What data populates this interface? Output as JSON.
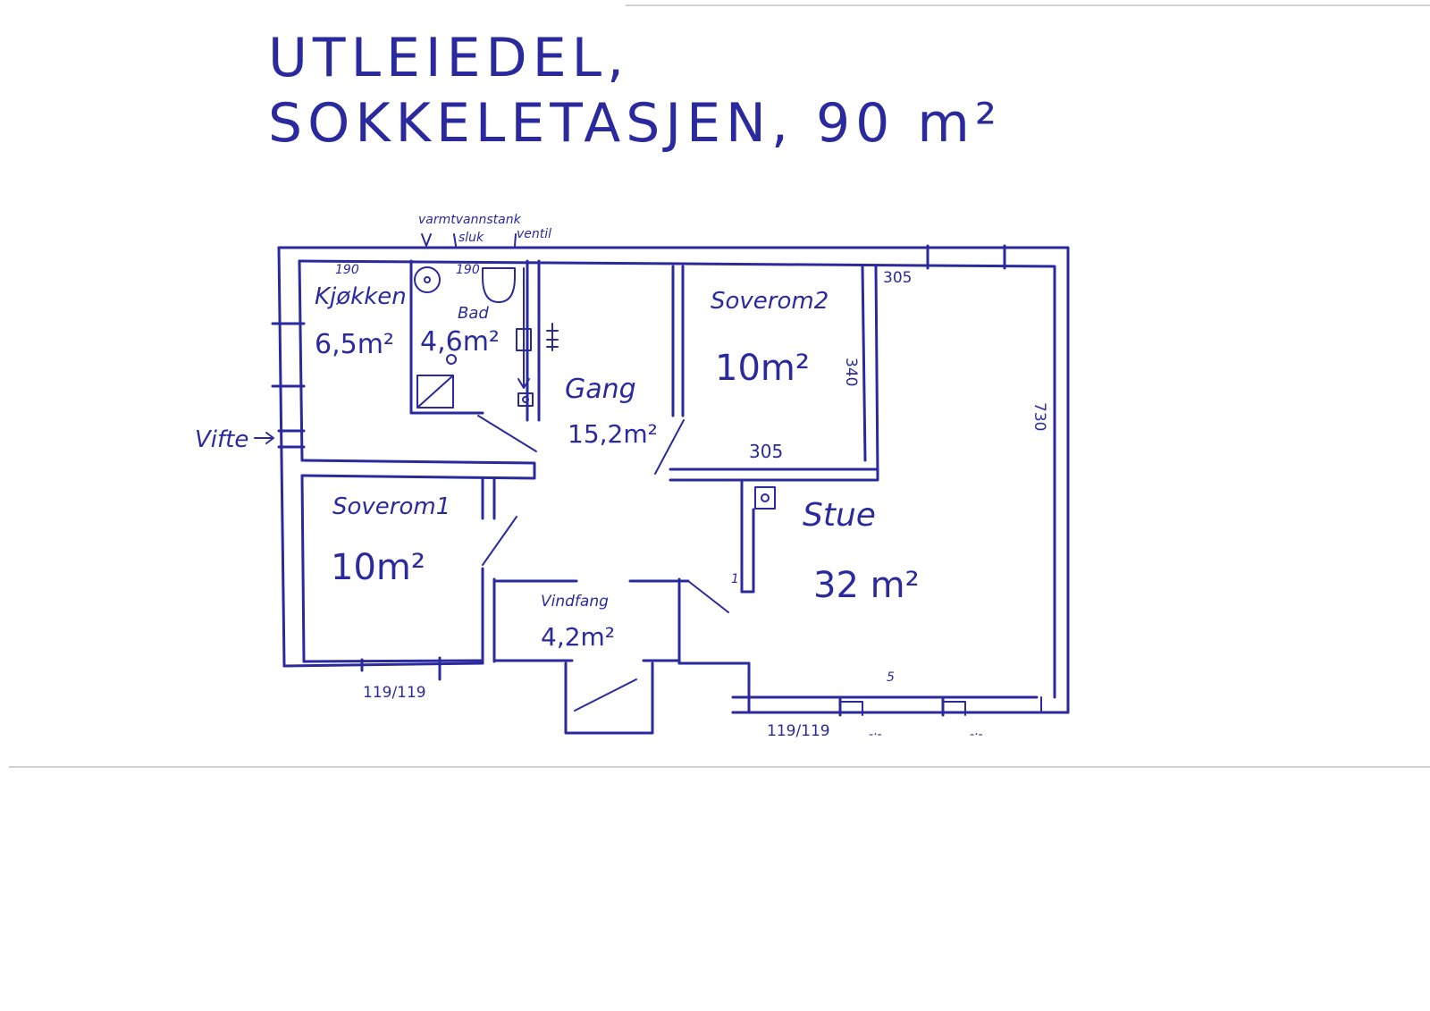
{
  "title": {
    "line1": "UTLEIEDEL,",
    "line2": "SOKKELETASJEN, 90 m²"
  },
  "labels": {
    "tank": "varmtvannstank",
    "sluk": "sluk",
    "ventil": "ventil",
    "vifte": "Vifte"
  },
  "rooms": {
    "kjokken": {
      "name": "Kjøkken",
      "area": "6,5m²"
    },
    "bad": {
      "name": "Bad",
      "area": "4,6m²"
    },
    "gang": {
      "name": "Gang",
      "area": "15,2m²"
    },
    "soverom2": {
      "name": "Soverom2",
      "area": "10m²"
    },
    "soverom1": {
      "name": "Soverom1",
      "area": "10m²"
    },
    "stue": {
      "name": "Stue",
      "area": "32 m²"
    },
    "vindfang": {
      "name": "Vindfang",
      "area": "4,2m²"
    }
  },
  "dimensions": {
    "kjokken_width": "190",
    "bad_width": "190",
    "soverom2_top": "305",
    "soverom2_bottom": "305",
    "soverom2_side": "340",
    "stue_side": "730",
    "window_left": "119/119",
    "window_right": "119/119",
    "window_mark": "5",
    "window_tick1": "-·-",
    "window_tick2": "-·-",
    "stue_mark": "1"
  },
  "colors": {
    "ink": "#2a2a9e",
    "paper": "#ffffff"
  }
}
